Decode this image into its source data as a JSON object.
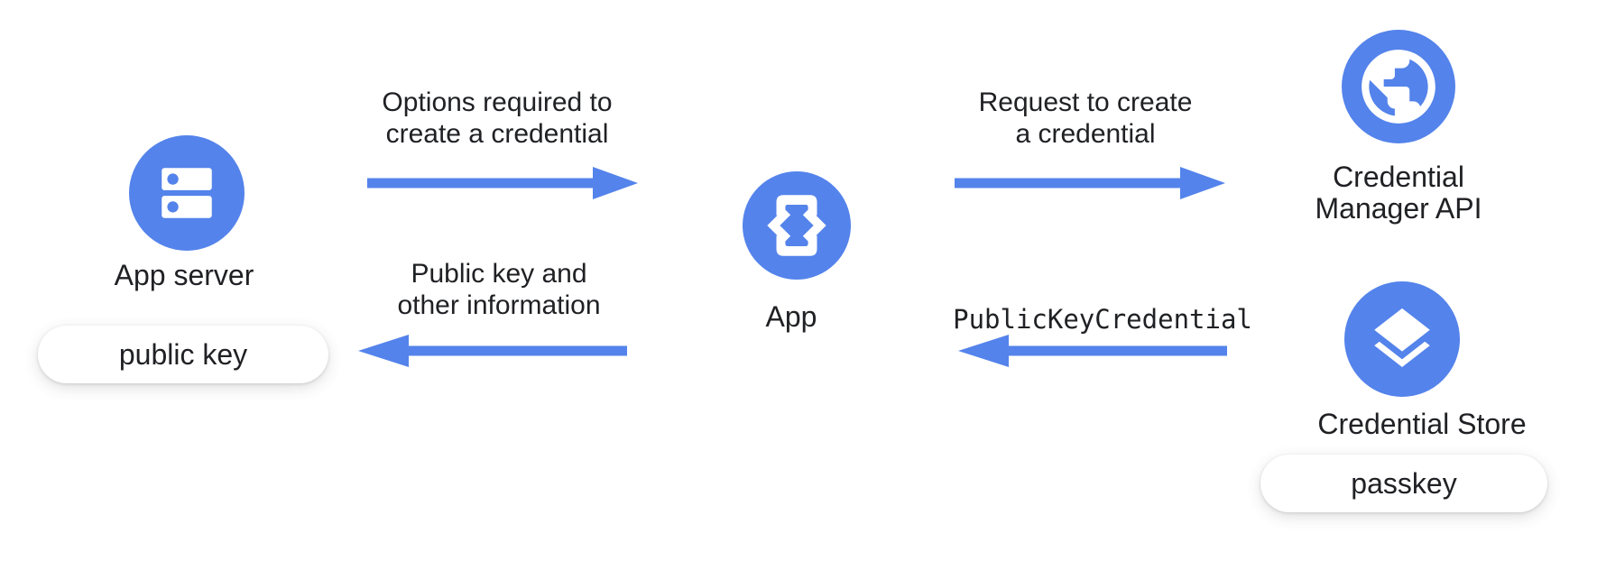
{
  "colors": {
    "blue": "#5483EB",
    "text": "#202124",
    "pill_bg": "#ffffff"
  },
  "nodes": {
    "app_server": {
      "label": "App server",
      "badge": "public key",
      "icon": "server-icon"
    },
    "app": {
      "label": "App",
      "icon": "code-phone-icon"
    },
    "credential_manager_api": {
      "label_line1": "Credential",
      "label_line2": "Manager API",
      "icon": "globe-icon"
    },
    "credential_store": {
      "label": "Credential Store",
      "badge": "passkey",
      "icon": "layers-icon"
    }
  },
  "arrows": {
    "options": {
      "direction": "right",
      "line1": "Options required to",
      "line2": "create a credential"
    },
    "request": {
      "direction": "right",
      "line1": "Request to create",
      "line2": "a credential"
    },
    "public_key_info": {
      "direction": "left",
      "line1": "Public key and",
      "line2": "other information"
    },
    "public_key_credential": {
      "direction": "left",
      "label": "PublicKeyCredential"
    }
  }
}
